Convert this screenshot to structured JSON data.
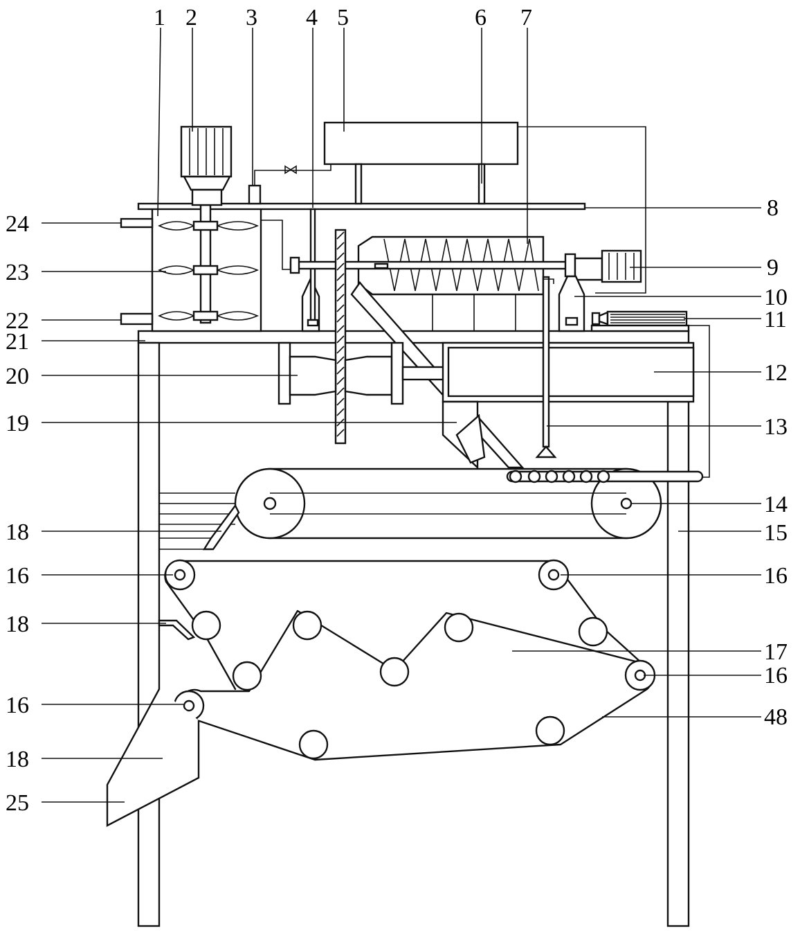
{
  "labels": {
    "l1": "1",
    "l2": "2",
    "l3": "3",
    "l4": "4",
    "l5": "5",
    "l6": "6",
    "l7": "7",
    "l8": "8",
    "l9": "9",
    "l10": "10",
    "l11": "11",
    "l12": "12",
    "l13": "13",
    "l14": "14",
    "l15": "15",
    "l16a": "16",
    "l16b": "16",
    "l16c": "16",
    "l16d": "16",
    "l17": "17",
    "l18a": "18",
    "l18b": "18",
    "l18c": "18",
    "l19": "19",
    "l20": "20",
    "l21": "21",
    "l22": "22",
    "l23": "23",
    "l24": "24",
    "l25": "25",
    "l48": "48"
  }
}
